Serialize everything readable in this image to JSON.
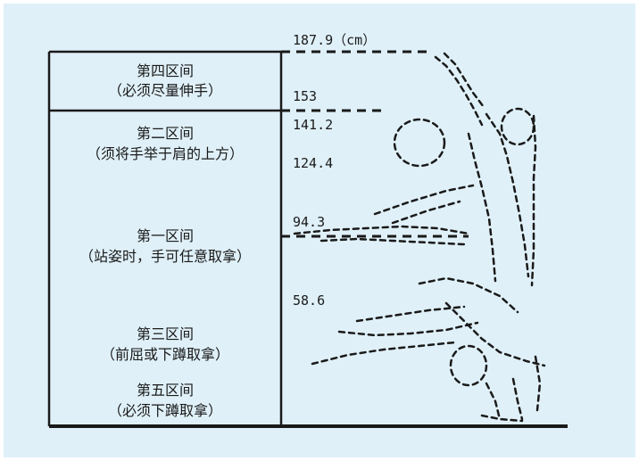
{
  "colors": {
    "background": "#dff0f8",
    "ink": "#1a1a1a"
  },
  "zones": [
    {
      "title": "第四区间",
      "note": "（必须尽量伸手）"
    },
    {
      "title": "第二区间",
      "note": "（须将手举于肩的上方）"
    },
    {
      "title": "第一区间",
      "note": "（站姿时，手可任意取拿）"
    },
    {
      "title": "第三区间",
      "note": "（前屈或下蹲取拿）"
    },
    {
      "title": "第五区间",
      "note": "（必须下蹲取拿）"
    }
  ],
  "measurements": [
    "187.9（cm）",
    "153",
    "141.2",
    "124.4",
    "94.3",
    "58.6"
  ],
  "figure": {
    "icon": "reaching-person-figure-icon"
  }
}
